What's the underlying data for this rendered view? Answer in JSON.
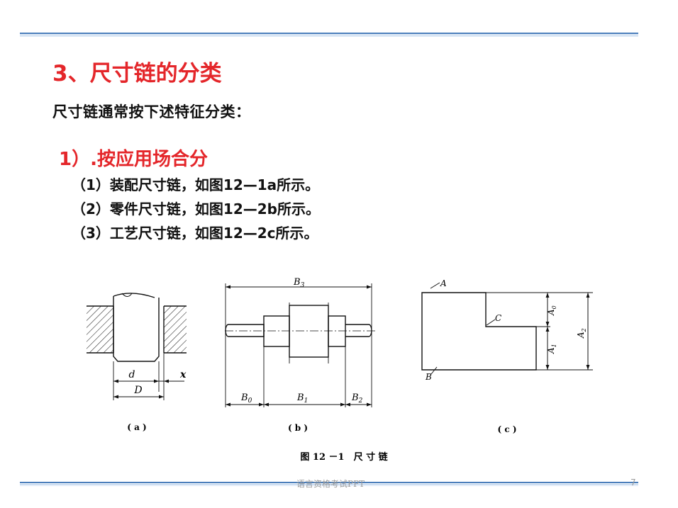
{
  "slide": {
    "title": "3、尺寸链的分类",
    "intro": "尺寸链通常按下述特征分类：",
    "section_heading": "1）.按应用场合分",
    "items": [
      "（1）装配尺寸链，如图12—1a所示。",
      "（2）零件尺寸链，如图12—2b所示。",
      "（3）工艺尺寸链，如图12—2c所示。"
    ]
  },
  "figure": {
    "caption": "图 12 －1　尺 寸 链",
    "panels": {
      "a": {
        "label": "( a )",
        "dims": {
          "d": "d",
          "D": "D",
          "x": "x"
        }
      },
      "b": {
        "label": "( b )",
        "dims": {
          "B3": "B",
          "B3_sub": "3",
          "B0": "B",
          "B0_sub": "0",
          "B1": "B",
          "B1_sub": "1",
          "B2": "B",
          "B2_sub": "2"
        }
      },
      "c": {
        "label": "( c )",
        "points": {
          "A": "A",
          "B": "B",
          "C": "C"
        },
        "dims": {
          "A0": "A",
          "A0_sub": "0",
          "A1": "A",
          "A1_sub": "1",
          "A2": "A",
          "A2_sub": "2"
        }
      }
    }
  },
  "footer": {
    "text": "语言资格考试PPT",
    "page_number": "7"
  }
}
